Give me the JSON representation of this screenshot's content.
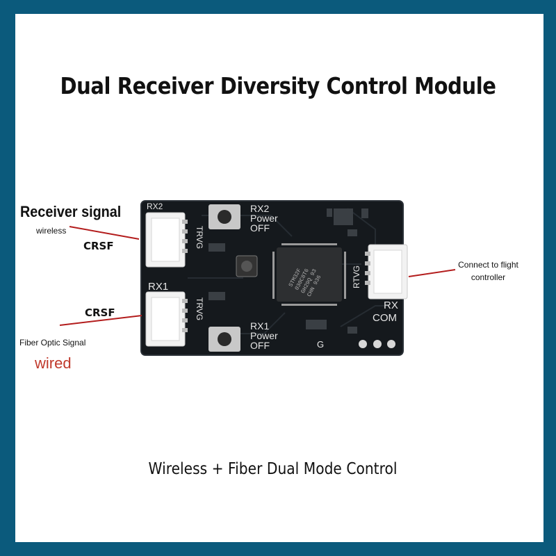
{
  "title": "Dual Receiver Diversity Control Module",
  "subtitle": "Wireless + Fiber Dual Mode Control",
  "labels": {
    "receiver_signal": "Receiver signal",
    "wireless": "wireless",
    "crsf_top": "CRSF",
    "crsf_bottom": "CRSF",
    "fiber_optic_signal": "Fiber Optic Signal",
    "wired": "wired",
    "connect_fc": "Connect to flight controller"
  },
  "board": {
    "rx2": "RX2",
    "rx1": "RX1",
    "trvg_top": "TRVG",
    "trvg_bottom": "TRVG",
    "rtvg": "RTVG",
    "rx2_power": "RX2",
    "power_top": "Power",
    "off_top": "OFF",
    "rx1_power": "RX1",
    "power_bottom": "Power",
    "off_bottom": "OFF",
    "rx_com_1": "RX",
    "rx_com_2": "COM",
    "g_pad": "G",
    "mcu_marking_1": "STM32F",
    "mcu_marking_2": "030C8T6",
    "mcu_marking_3": "GH29Q 93",
    "mcu_marking_4": "CHN 936"
  },
  "colors": {
    "frame": "#0b5a7c",
    "pcb": "#15191d",
    "silkscreen": "#e6e6e6",
    "accent_red": "#c0392b",
    "leader_line": "#b31c1c"
  }
}
